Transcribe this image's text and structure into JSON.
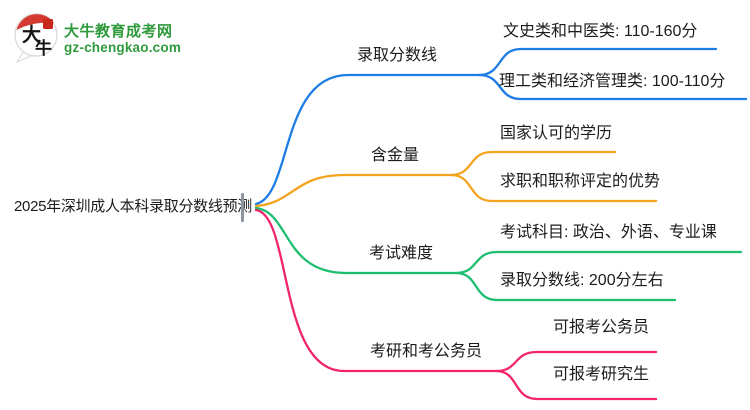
{
  "logo": {
    "site_name": "大牛教育成考网",
    "site_url": "gz-chengkao.com",
    "seal_char_top": "大",
    "seal_char_bottom": "牛",
    "brand_green": "#2F9A3C",
    "brand_red": "#D43A2F",
    "seal_red": "#C8281E"
  },
  "root": {
    "label": "2025年深圳成人本科录取分数线预测"
  },
  "branches": [
    {
      "label": "录取分数线",
      "color": "#1E7DE5",
      "children": [
        {
          "label": "文史类和中医类: 110-160分"
        },
        {
          "label": "理工类和经济管理类: 100-110分"
        }
      ]
    },
    {
      "label": "含金量",
      "color": "#F5A41F",
      "children": [
        {
          "label": "国家认可的学历"
        },
        {
          "label": "求职和职称评定的优势"
        }
      ]
    },
    {
      "label": "考试难度",
      "color": "#1DBF6E",
      "children": [
        {
          "label": "考试科目: 政治、外语、专业课"
        },
        {
          "label": "录取分数线: 200分左右"
        }
      ]
    },
    {
      "label": "考研和考公务员",
      "color": "#F1256E",
      "children": [
        {
          "label": "可报考公务员"
        },
        {
          "label": "可报考研究生"
        }
      ]
    }
  ]
}
